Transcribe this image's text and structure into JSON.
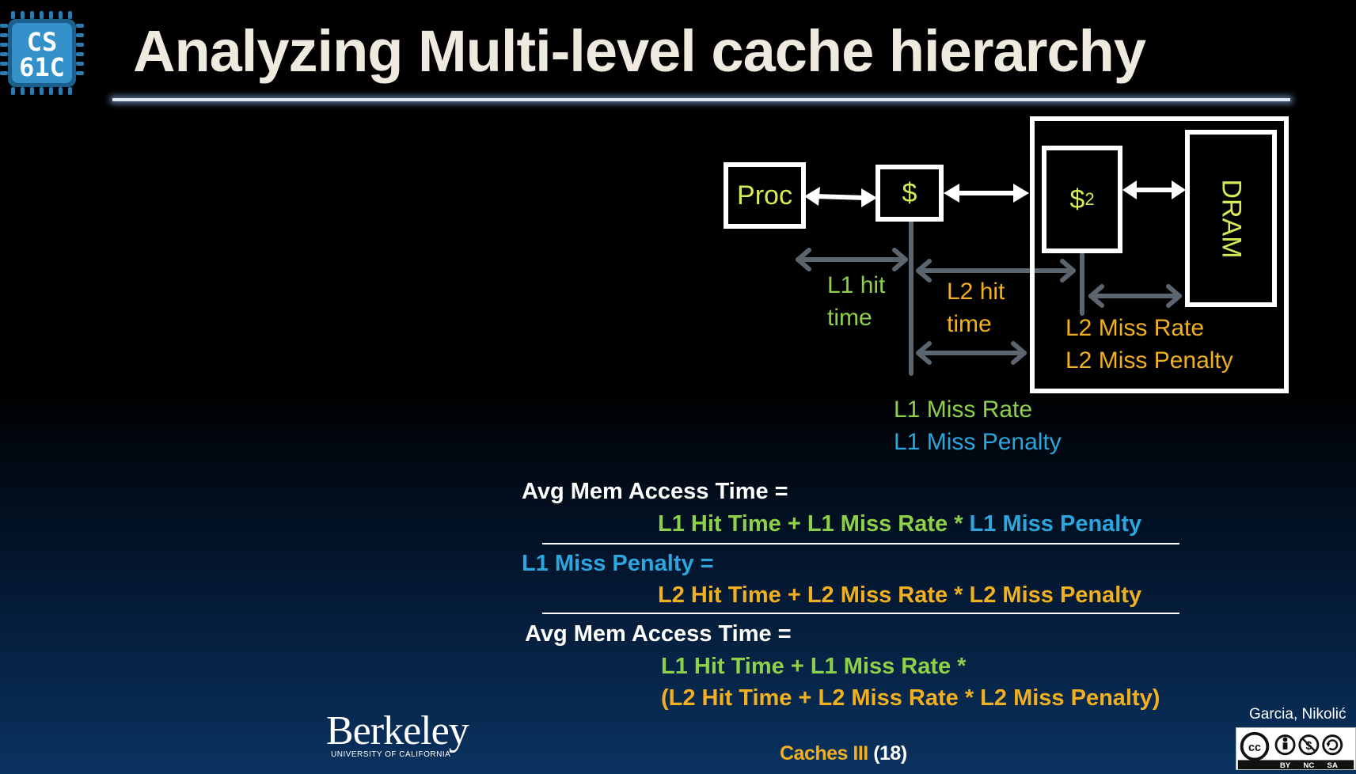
{
  "logo": {
    "line1": "CS",
    "line2": "61C"
  },
  "title": "Analyzing Multi-level cache hierarchy",
  "diagram": {
    "proc": "Proc",
    "cache1": "$",
    "cache2": {
      "symbol": "$",
      "subscript": "2"
    },
    "dram": "DRAM",
    "l1_hit_time": [
      "L1 hit",
      "time"
    ],
    "l2_hit_time": [
      "L2 hit",
      "time"
    ],
    "l2_miss_rate": "L2 Miss Rate",
    "l2_miss_penalty": "L2 Miss Penalty",
    "l1_miss_rate": "L1 Miss Rate",
    "l1_miss_penalty": "L1 Miss Penalty"
  },
  "equations": {
    "eq1_lhs": "Avg Mem Access Time =",
    "eq1_rhs": {
      "l1_hit_time": "L1 Hit Time",
      "plus": " + ",
      "l1_miss_rate": "L1 Miss Rate",
      "times": " * ",
      "l1_miss_penalty": "L1 Miss Penalty"
    },
    "eq2_lhs": "L1 Miss Penalty =",
    "eq2_rhs": "L2 Hit Time + L2 Miss Rate * L2 Miss Penalty",
    "eq3_lhs": "Avg Mem Access Time =",
    "eq3_line2": "L1 Hit Time + L1 Miss Rate *",
    "eq3_line3": "(L2 Hit Time +  L2 Miss Rate * L2 Miss Penalty)"
  },
  "footer": {
    "university": "Berkeley",
    "university_sub": "UNIVERSITY OF CALIFORNIA",
    "lecture": "Caches III",
    "slide_number": "(18)",
    "authors": "Garcia, Nikolić",
    "license": [
      "BY",
      "NC",
      "SA"
    ]
  },
  "colors": {
    "green": "#8ed04a",
    "yellow": "#f0b020",
    "blue": "#2ba6de",
    "box_label": "#d8ea55",
    "arrow_gray": "#5a6570"
  }
}
